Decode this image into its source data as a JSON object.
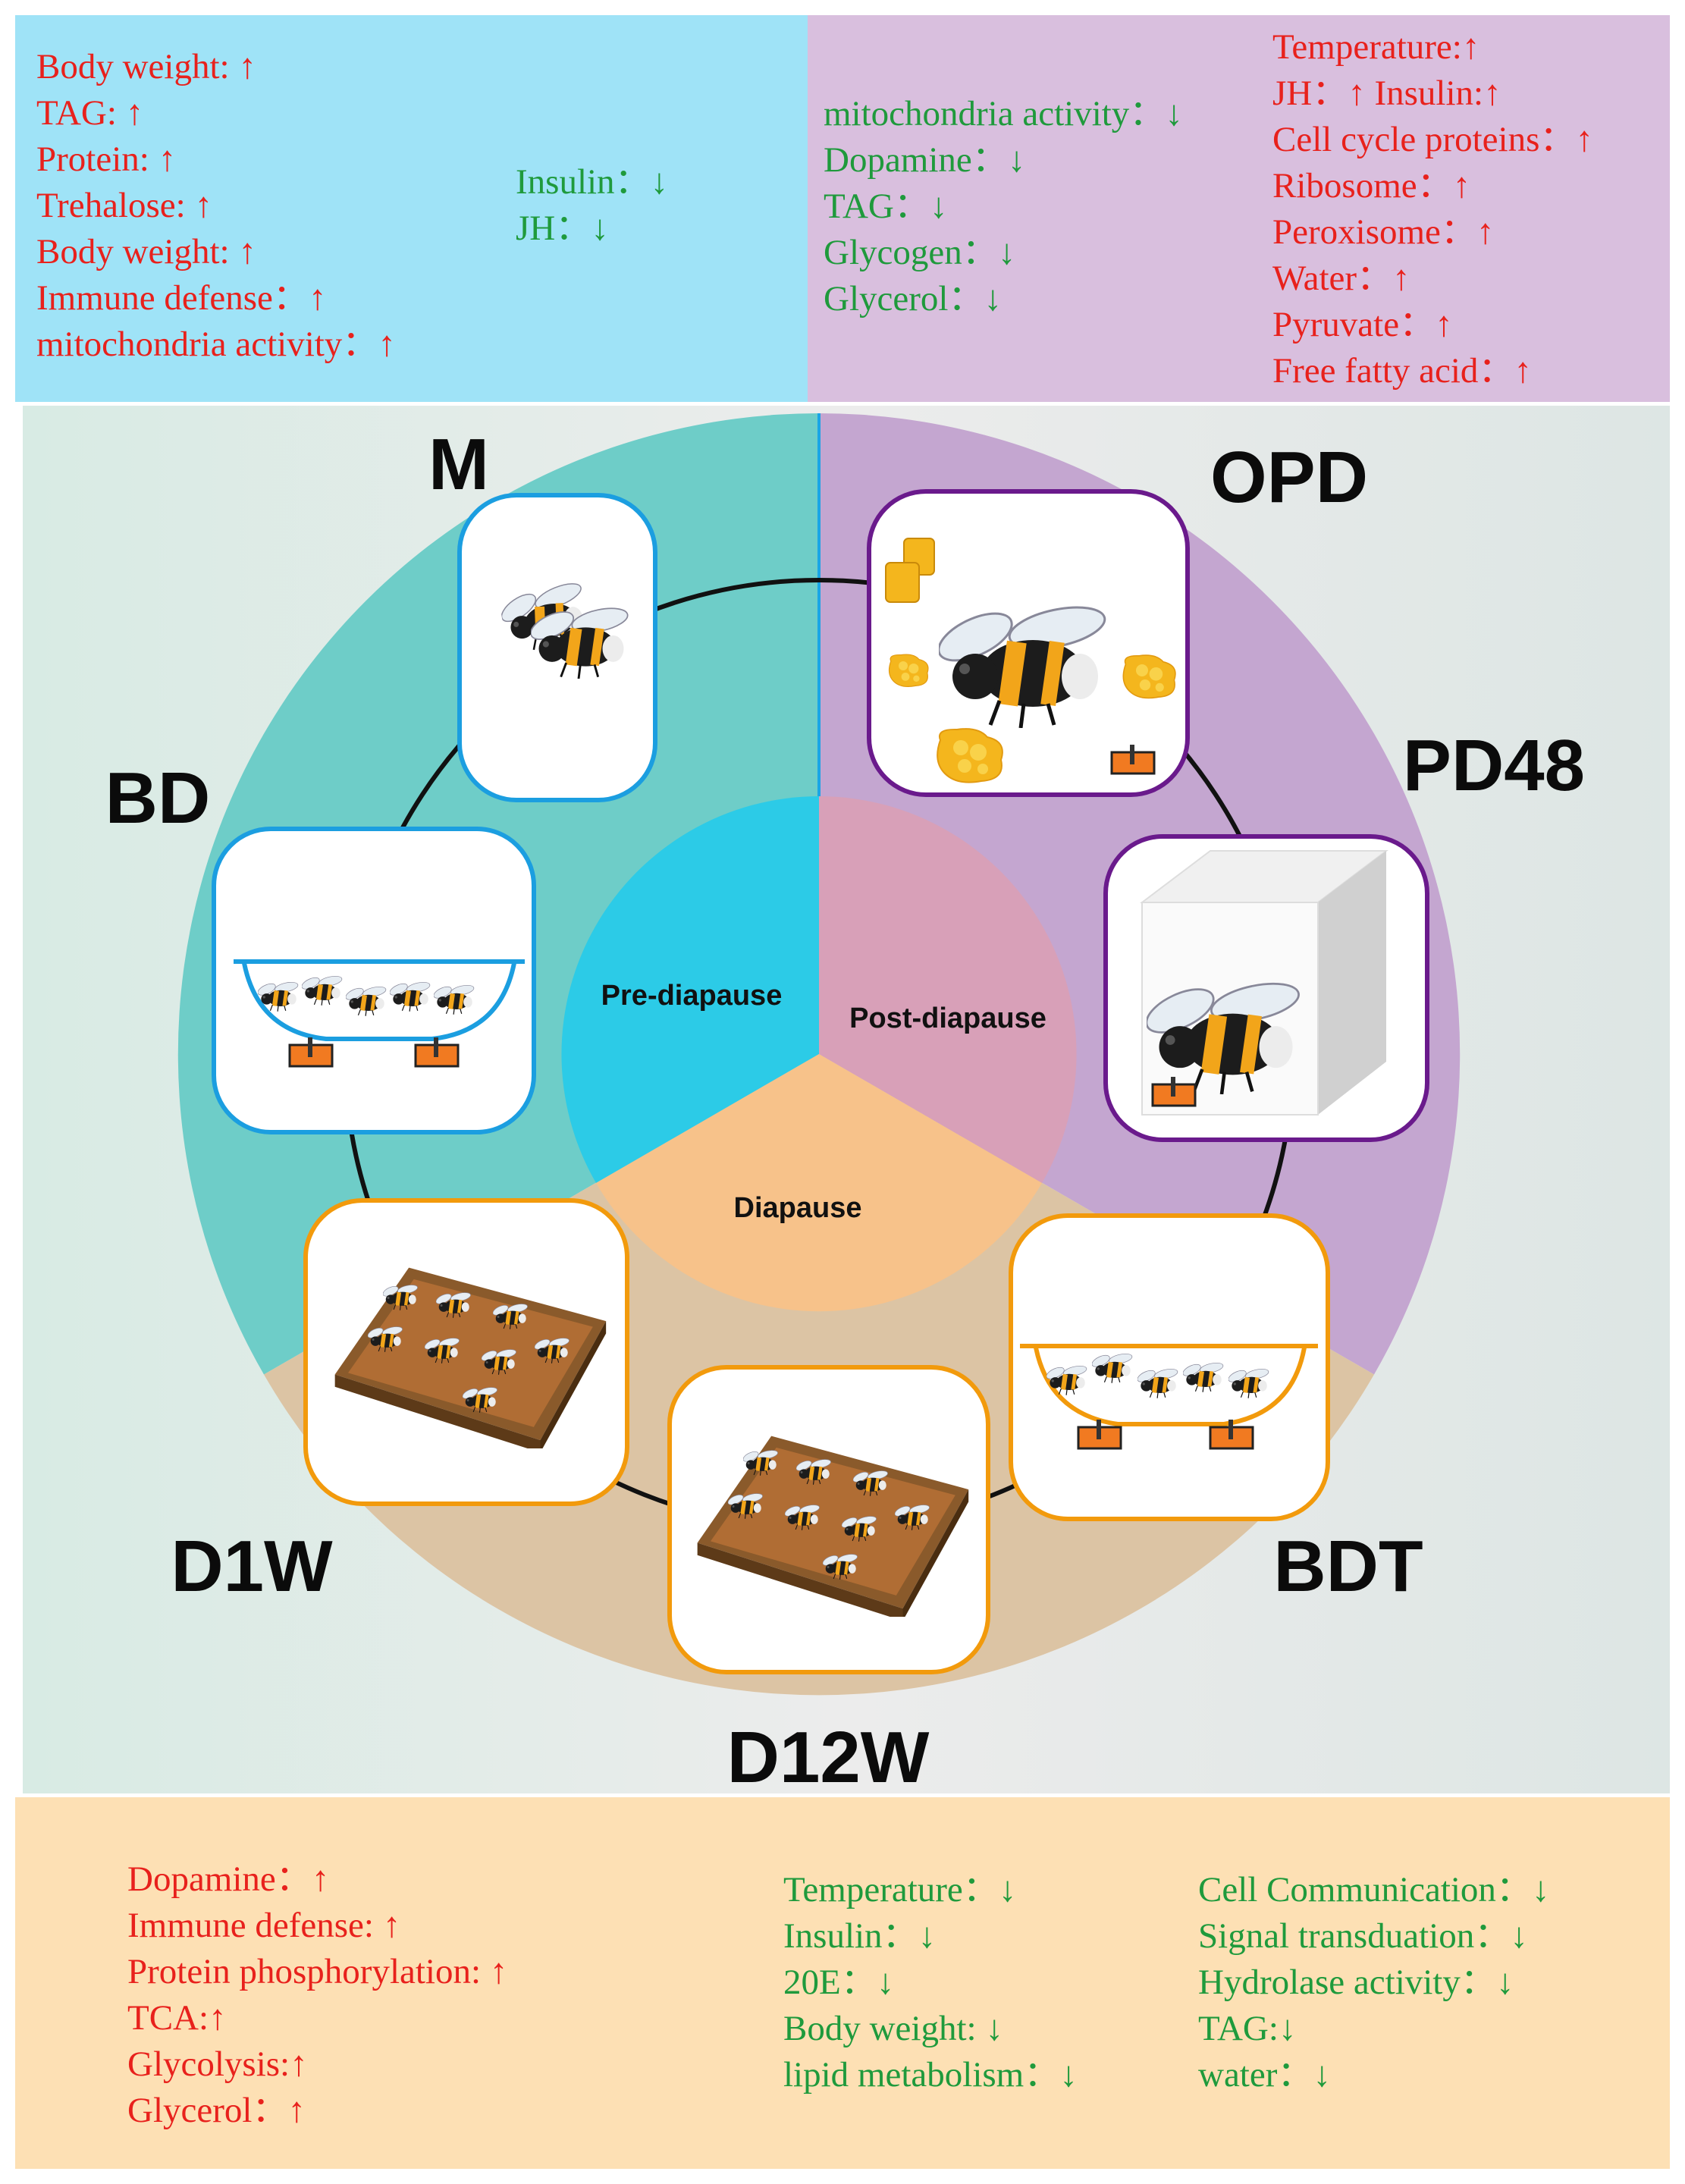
{
  "top_left": {
    "col1": [
      "Body weight: ↑",
      "TAG: ↑",
      "Protein: ↑",
      "Trehalose: ↑",
      "Body weight: ↑",
      "Immune defense：↑",
      "mitochondria activity：↑"
    ],
    "col2": [
      "Insulin：↓",
      "JH：↓"
    ]
  },
  "top_right": {
    "col1": [
      "mitochondria activity：↓",
      "Dopamine：↓",
      "TAG：↓",
      "Glycogen：↓",
      "Glycerol：↓"
    ],
    "col2": [
      "Temperature:↑",
      "JH：↑   Insulin:↑",
      "Cell cycle proteins：↑",
      "Ribosome：↑",
      "Peroxisome：↑",
      "Water：↑",
      "Pyruvate：↑",
      "Free fatty acid：↑"
    ]
  },
  "bottom": {
    "col1": [
      "Dopamine：↑",
      "Immune defense: ↑",
      "Protein phosphorylation: ↑",
      "TCA:↑",
      "Glycolysis:↑",
      "Glycerol：↑"
    ],
    "col2": [
      "Temperature：↓",
      "Insulin：↓",
      "20E：↓",
      "Body weight: ↓",
      "lipid metabolism：↓"
    ],
    "col3": [
      "Cell Communication：↓",
      "Signal transduation：↓",
      "Hydrolase activity：↓",
      "TAG:↓",
      "water：↓"
    ]
  },
  "stages": {
    "M": "M",
    "OPD": "OPD",
    "PD48": "PD48",
    "BD": "BD",
    "BDT": "BDT",
    "D1W": "D1W",
    "D12W": "D12W"
  },
  "phases": {
    "pre": "Pre-diapause",
    "post": "Post-diapause",
    "diapause": "Diapause"
  },
  "colors": {
    "red": "#e8211c",
    "green": "#1f9a3c",
    "pre": "#29c9e6",
    "post": "#d09ac0",
    "diapause": "#f5c18a",
    "blue_frame": "#1b9ee0",
    "purple_frame": "#6a1a8c",
    "orange_frame": "#f29a0c"
  },
  "icons": [
    "bee-icon",
    "honeycomb-icon",
    "cage-icon",
    "tray-icon",
    "heater-icon"
  ]
}
